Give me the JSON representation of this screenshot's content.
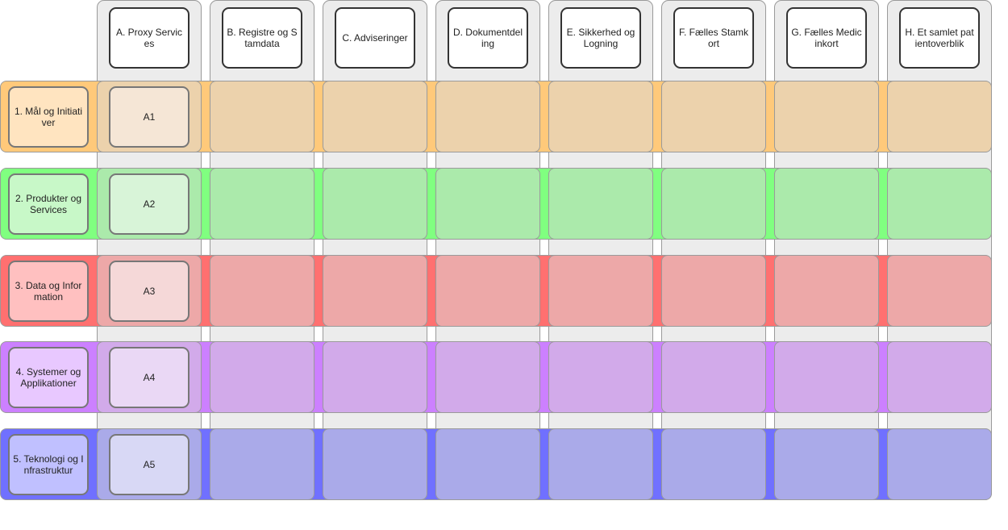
{
  "columns": [
    {
      "id": "A",
      "label": "A. Proxy Services"
    },
    {
      "id": "B",
      "label": "B. Registre og Stamdata"
    },
    {
      "id": "C",
      "label": "C. Adviseringer"
    },
    {
      "id": "D",
      "label": "D. Dokumentdeling"
    },
    {
      "id": "E",
      "label": "E. Sikkerhed og Logning"
    },
    {
      "id": "F",
      "label": "F. Fælles Stamkort"
    },
    {
      "id": "G",
      "label": "G. Fælles Medicinkort"
    },
    {
      "id": "H",
      "label": "H. Et samlet patientoverblik"
    }
  ],
  "rows": [
    {
      "id": "1",
      "label": "1. Mål og Initiativer",
      "cell": "A1",
      "color_edge": "#ffc97a",
      "color_band": "#ecd2ac",
      "color_head": "#ffe4c0",
      "color_cell": "#f5e6d6"
    },
    {
      "id": "2",
      "label": "2. Produkter og Services",
      "cell": "A2",
      "color_edge": "#80ff80",
      "color_band": "#abeaab",
      "color_head": "#c8f8c8",
      "color_cell": "#d8f4d8"
    },
    {
      "id": "3",
      "label": "3. Data og Information",
      "cell": "A3",
      "color_edge": "#ff7070",
      "color_band": "#eda8a8",
      "color_head": "#ffc0c0",
      "color_cell": "#f5d8d8"
    },
    {
      "id": "4",
      "label": "4. Systemer og Applikationer",
      "cell": "A4",
      "color_edge": "#cc80ff",
      "color_band": "#d2aaea",
      "color_head": "#e8c8ff",
      "color_cell": "#ead8f5"
    },
    {
      "id": "5",
      "label": "5. Teknologi og Infrastruktur",
      "cell": "A5",
      "color_edge": "#7070ff",
      "color_band": "#aaaae9",
      "color_head": "#c0c0ff",
      "color_cell": "#d8d8f5"
    }
  ]
}
